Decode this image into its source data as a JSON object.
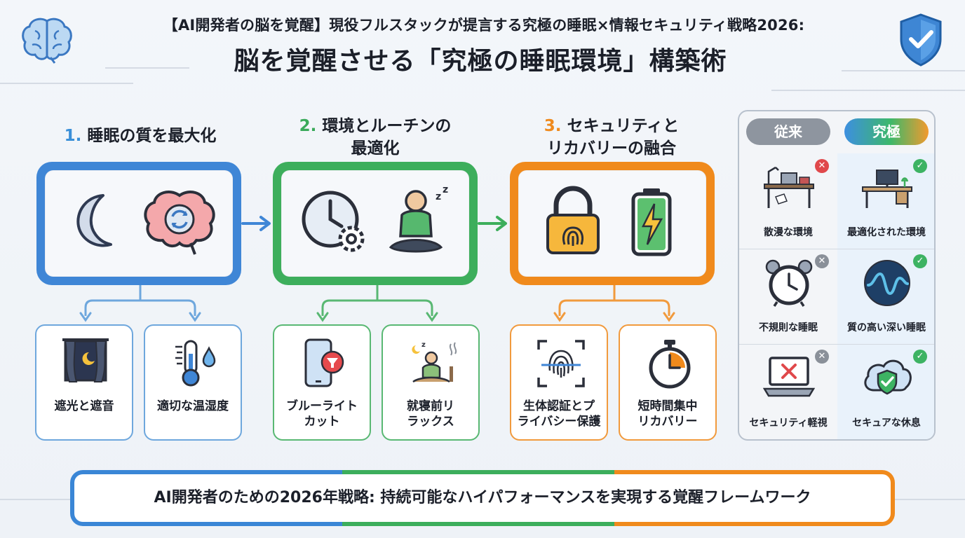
{
  "header": {
    "subtitle": "【AI開発者の脳を覚醒】現役フルスタックが提言する究極の睡眠×情報セキュリティ戦略2026:",
    "title": "脳を覚醒させる「究極の睡眠環境」構築術"
  },
  "steps": [
    {
      "num": "1.",
      "title_line1": "睡眠の質を最大化",
      "title_line2": "",
      "cards": [
        {
          "label_line1": "遮光と遮音",
          "label_line2": ""
        },
        {
          "label_line1": "適切な温湿度",
          "label_line2": ""
        }
      ]
    },
    {
      "num": "2.",
      "title_line1": "環境とルーチンの",
      "title_line2": "最適化",
      "cards": [
        {
          "label_line1": "ブルーライト",
          "label_line2": "カット"
        },
        {
          "label_line1": "就寝前リ",
          "label_line2": "ラックス"
        }
      ]
    },
    {
      "num": "3.",
      "title_line1": "セキュリティと",
      "title_line2": "リカバリーの融合",
      "cards": [
        {
          "label_line1": "生体認証とプ",
          "label_line2": "ライバシー保護"
        },
        {
          "label_line1": "短時間集中",
          "label_line2": "リカバリー"
        }
      ]
    }
  ],
  "comparison": {
    "left_header": "従来",
    "right_header": "究極",
    "rows": [
      {
        "old": "散漫な環境",
        "new": "最適化された環境"
      },
      {
        "old": "不規則な睡眠",
        "new": "質の高い深い睡眠"
      },
      {
        "old": "セキュリティ軽視",
        "new": "セキュアな休息"
      }
    ],
    "badge_x": "✕",
    "badge_check": "✓"
  },
  "footer": {
    "text": "AI開発者のための2026年戦略: 持続可能なハイパフォーマンスを実現する覚醒フレームワーク"
  },
  "colors": {
    "blue": "#3f86d6",
    "green": "#3dae5c",
    "orange": "#f08a1c"
  },
  "icons": {
    "header_left": "brain-icon",
    "header_right": "shield-check-icon",
    "step1": [
      "moon-icon",
      "brain-refresh-icon"
    ],
    "step2": [
      "clock-gear-icon",
      "meditation-icon"
    ],
    "step3": [
      "fingerprint-lock-icon",
      "battery-charge-icon"
    ]
  }
}
